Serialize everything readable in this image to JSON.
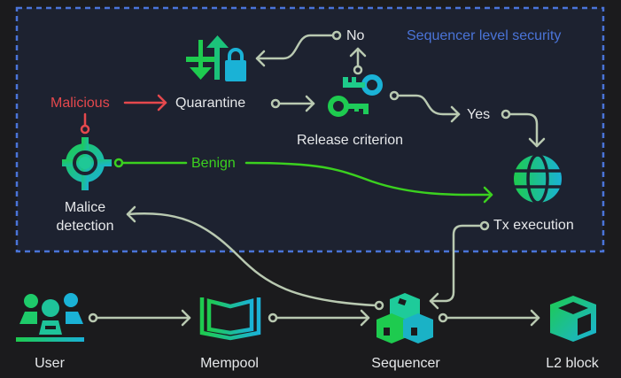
{
  "colors": {
    "background": "#1b1b1d",
    "security_panel": "#1d2230",
    "dashed_border": "#4a74d8",
    "connector": "#b9c9b1",
    "malicious": "#e5484d",
    "benign": "#3bd11f",
    "icon_gradient_start": "#1ecb4f",
    "icon_gradient_end": "#1ab2d6",
    "label": "#e6e8ea"
  },
  "security_zone": {
    "title": "Sequencer level security"
  },
  "nodes": {
    "quarantine": {
      "label": "Quarantine",
      "icon": "arrows-lock-icon"
    },
    "release_criterion": {
      "label": "Release criterion",
      "icon": "keys-icon"
    },
    "decision_no": {
      "label": "No"
    },
    "decision_yes": {
      "label": "Yes"
    },
    "malicious": {
      "label": "Malicious"
    },
    "benign": {
      "label": "Benign"
    },
    "malice_detection": {
      "label_line1": "Malice",
      "label_line2": "detection",
      "icon": "crosshair-icon"
    },
    "tx_execution": {
      "label": "Tx execution",
      "icon": "globe-icon"
    },
    "user": {
      "label": "User",
      "icon": "users-icon"
    },
    "mempool": {
      "label": "Mempool",
      "icon": "book-icon"
    },
    "sequencer": {
      "label": "Sequencer",
      "icon": "cubes-icon"
    },
    "l2_block": {
      "label": "L2 block",
      "icon": "cube-icon"
    }
  },
  "edges": [
    {
      "from": "user",
      "to": "mempool"
    },
    {
      "from": "mempool",
      "to": "sequencer"
    },
    {
      "from": "sequencer",
      "to": "l2_block"
    },
    {
      "from": "sequencer",
      "to": "malice_detection"
    },
    {
      "from": "malice_detection",
      "to": "malicious"
    },
    {
      "from": "malicious",
      "to": "quarantine"
    },
    {
      "from": "malice_detection",
      "to": "tx_execution",
      "label": "Benign"
    },
    {
      "from": "quarantine",
      "to": "release_criterion"
    },
    {
      "from": "release_criterion",
      "to": "decision_no"
    },
    {
      "from": "decision_no",
      "to": "quarantine"
    },
    {
      "from": "release_criterion",
      "to": "decision_yes"
    },
    {
      "from": "decision_yes",
      "to": "tx_execution"
    },
    {
      "from": "tx_execution",
      "to": "sequencer"
    }
  ]
}
